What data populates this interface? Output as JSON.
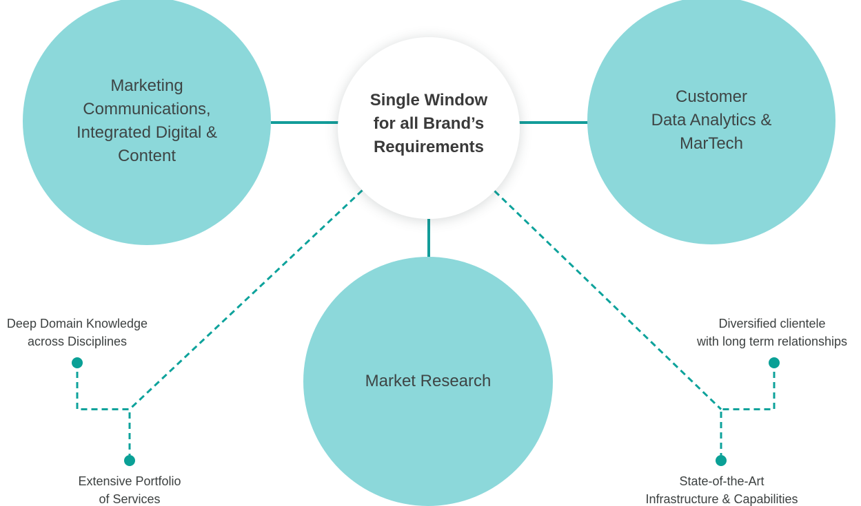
{
  "diagram_title": "Single Window for all Brand’s Requirements services diagram",
  "circles": {
    "center": {
      "label": "Single Window\nfor all Brand’s\nRequirements"
    },
    "marketing": {
      "label": "Marketing\nCommunications,\nIntegrated Digital &\nContent"
    },
    "customer": {
      "label": "Customer\nData Analytics &\nMarTech"
    },
    "market_research": {
      "label": "Market Research"
    }
  },
  "callouts": {
    "left_top": {
      "label": "Deep Domain Knowledge\nacross Disciplines"
    },
    "left_bottom": {
      "label": "Extensive Portfolio\nof Services"
    },
    "right_top": {
      "label": "Diversified clientele\nwith long term relationships"
    },
    "right_bottom": {
      "label": "State-of-the-Art\nInfrastructure & Capabilities"
    }
  },
  "colors": {
    "circle_fill": "#8CD8DA",
    "connector_solid": "#129C99",
    "connector_dashed": "#0DA29B",
    "dot": "#0AA096",
    "center_circle_fill": "#FFFFFF",
    "center_text": "#3A3A3A",
    "circle_text": "#3E4545",
    "callout_text": "#3C4040",
    "background": "#FFFFFF"
  }
}
